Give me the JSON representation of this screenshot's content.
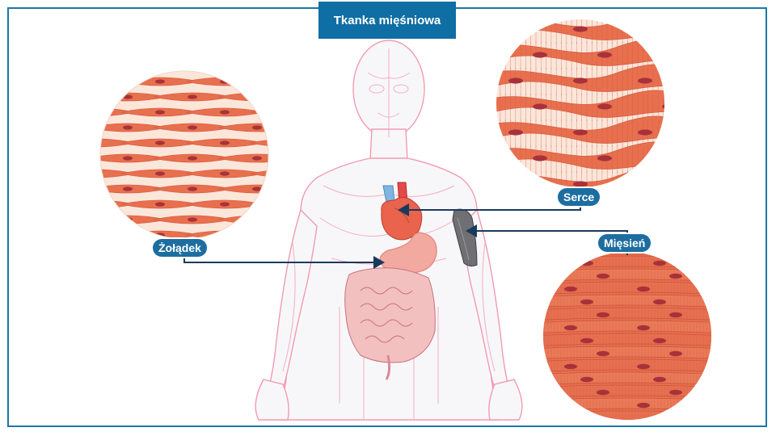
{
  "title": "Tkanka mięśniowa",
  "labels": {
    "stomach": "Żołądek",
    "heart": "Serce",
    "muscle": "Mięsień"
  },
  "colors": {
    "accent": "#1d6ea0",
    "arrow": "#1a3a5c",
    "body_outline": "#f29bb0",
    "tissue": "#e8704f",
    "tissue_light": "#fbe6da",
    "nucleus": "#a8323a"
  }
}
